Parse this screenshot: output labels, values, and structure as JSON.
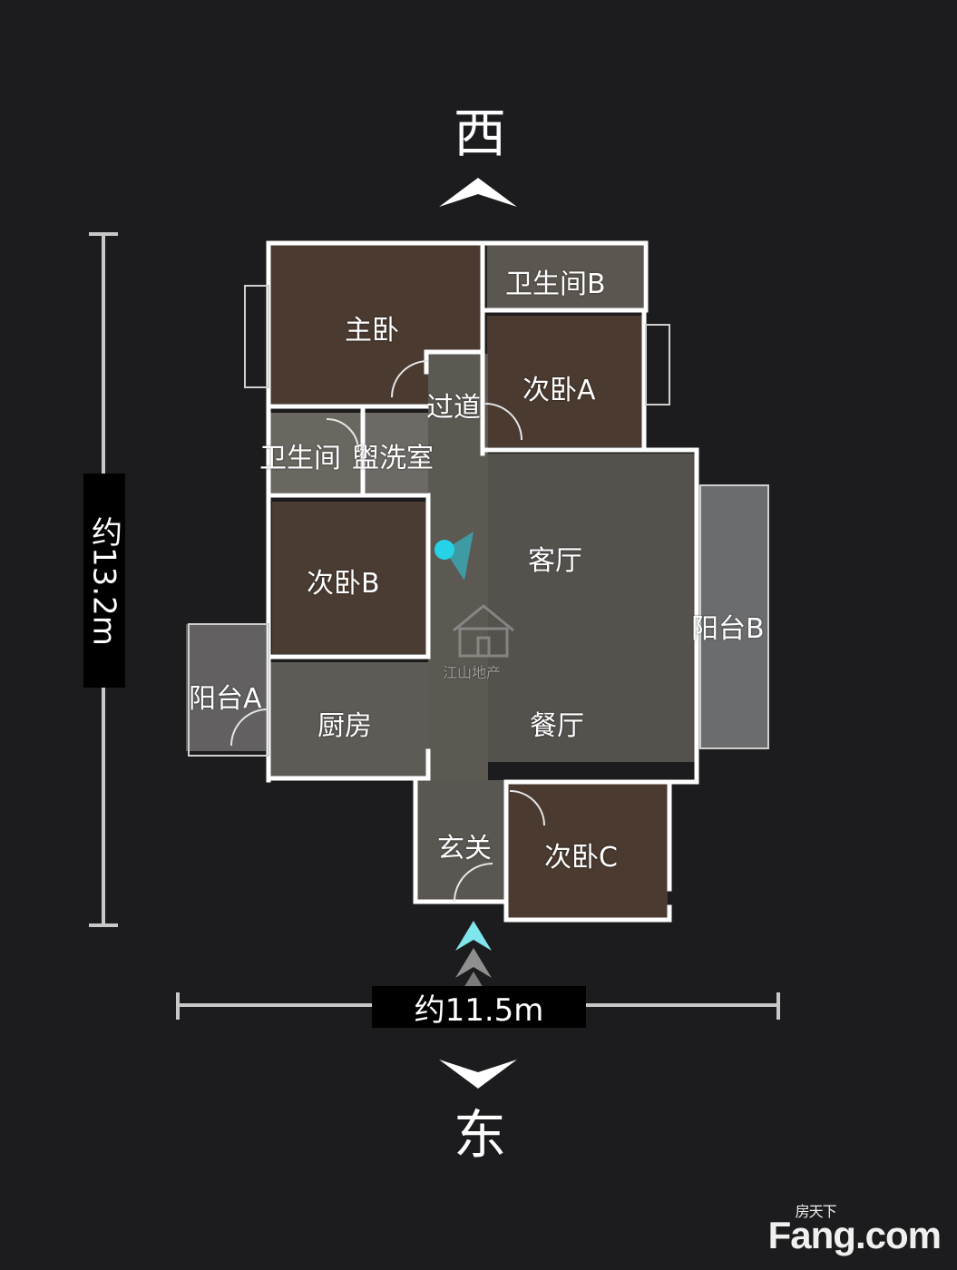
{
  "compass": {
    "top": "西",
    "bottom": "东"
  },
  "dimensions": {
    "vertical": "约13.2m",
    "horizontal": "约11.5m"
  },
  "rooms": {
    "master": "主卧",
    "bath_b": "卫生间B",
    "bed_a": "次卧A",
    "corridor": "过道",
    "bath": "卫生间",
    "wash": "盥洗室",
    "bed_b": "次卧B",
    "living": "客厅",
    "balcony_b": "阳台B",
    "balcony_a": "阳台A",
    "kitchen": "厨房",
    "dining": "餐厅",
    "foyer": "玄关",
    "bed_c": "次卧C"
  },
  "watermarks": {
    "center": "江山地产",
    "brand_small": "房天下",
    "brand": "Fang.com"
  },
  "colors": {
    "background": "#1c1c1e",
    "wall": "#ffffff",
    "floor": "#4a3d33",
    "marker": "#26d3e6"
  }
}
